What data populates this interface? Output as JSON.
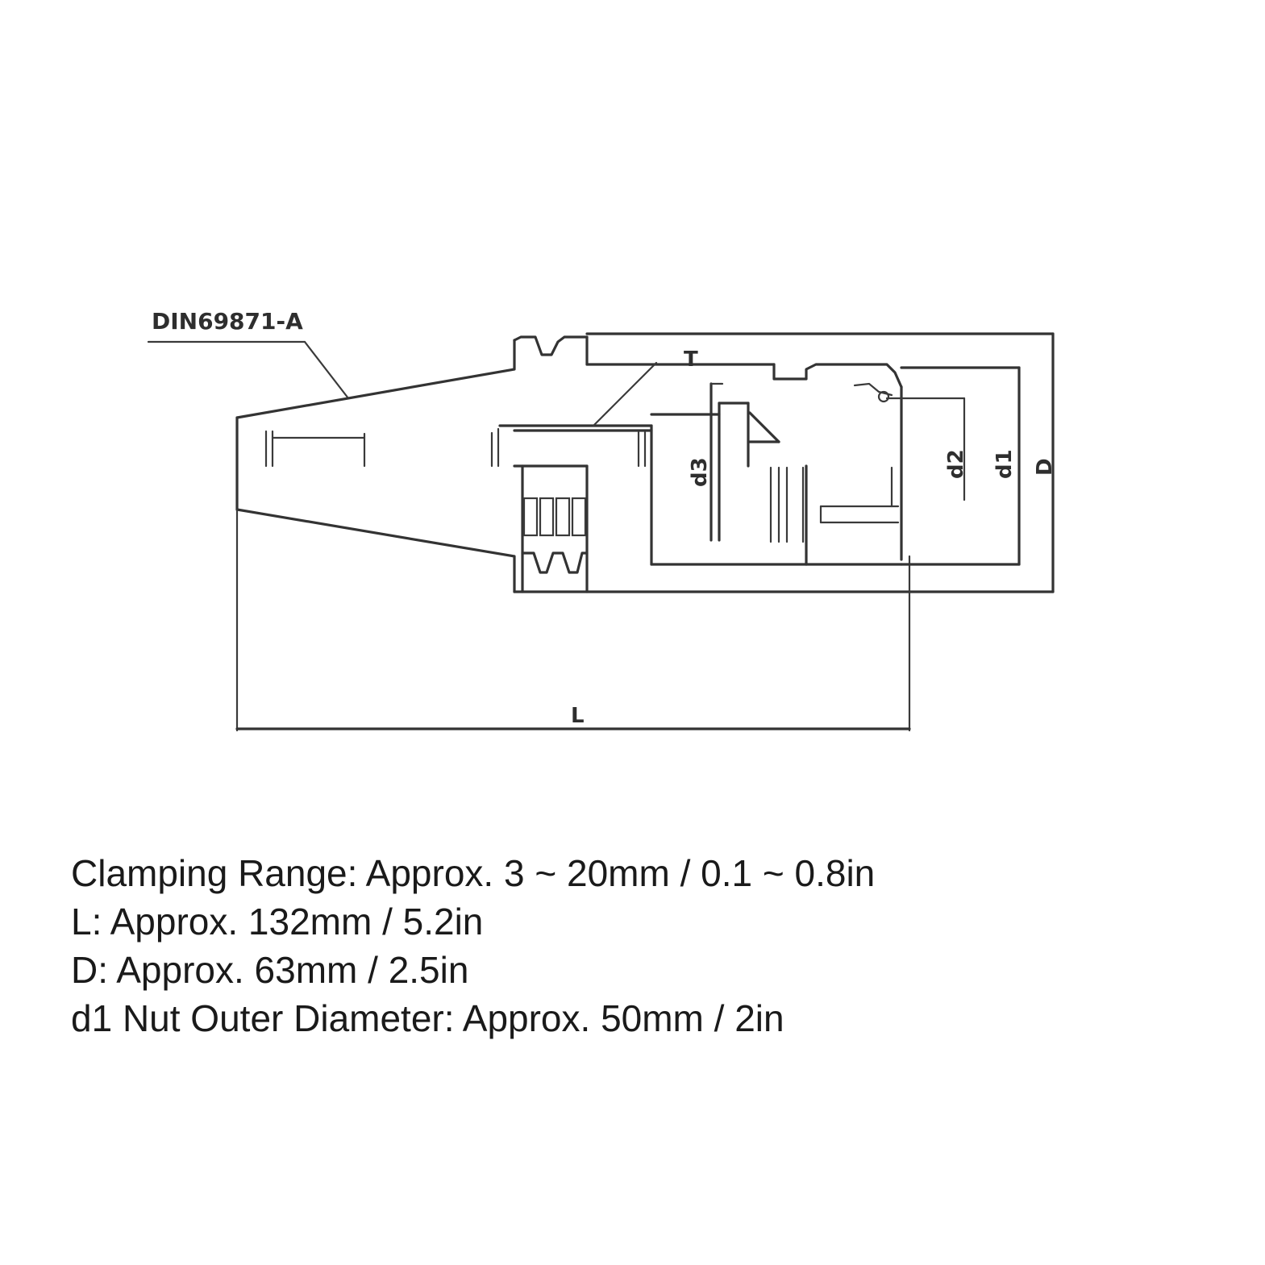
{
  "diagram": {
    "standard_label": "DIN69871-A",
    "label_T": "T",
    "label_d3": "d3",
    "label_d2": "d2",
    "label_d1": "d1",
    "label_D": "D",
    "label_L": "L"
  },
  "specs": [
    "Clamping Range: Approx. 3 ~ 20mm / 0.1 ~ 0.8in",
    "L: Approx. 132mm / 5.2in",
    "D: Approx. 63mm / 2.5in",
    "d1 Nut Outer Diameter: Approx. 50mm / 2in"
  ]
}
